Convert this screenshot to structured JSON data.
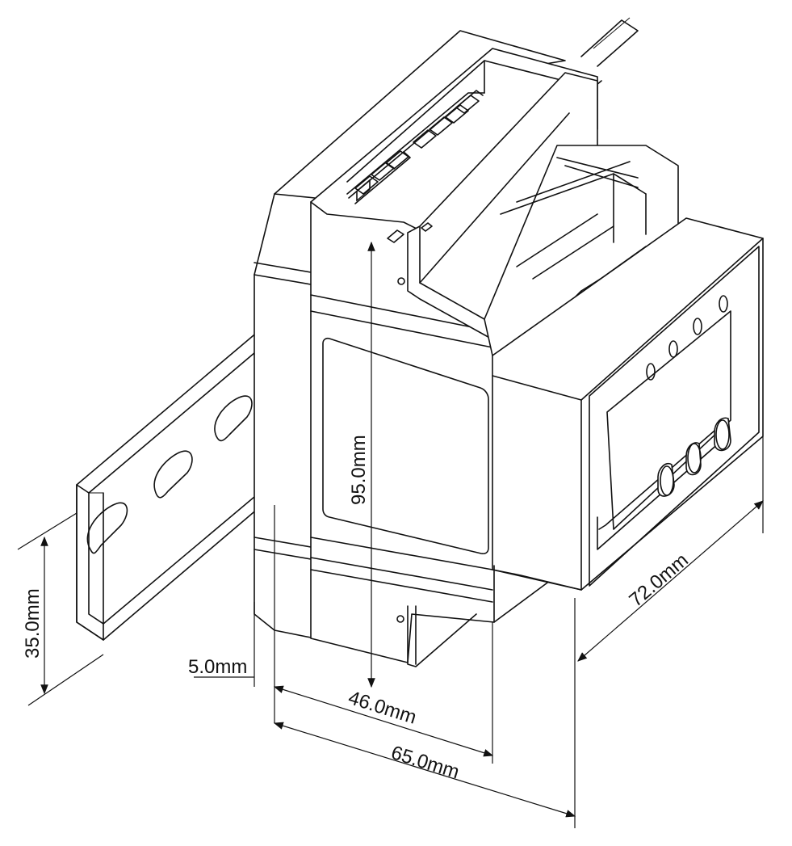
{
  "diagram": {
    "dimensions": {
      "height_label": "95.0mm",
      "rail_height_label": "35.0mm",
      "offset_label": "5.0mm",
      "body_depth_label": "46.0mm",
      "total_depth_label": "65.0mm",
      "width_label": "72.0mm"
    }
  }
}
